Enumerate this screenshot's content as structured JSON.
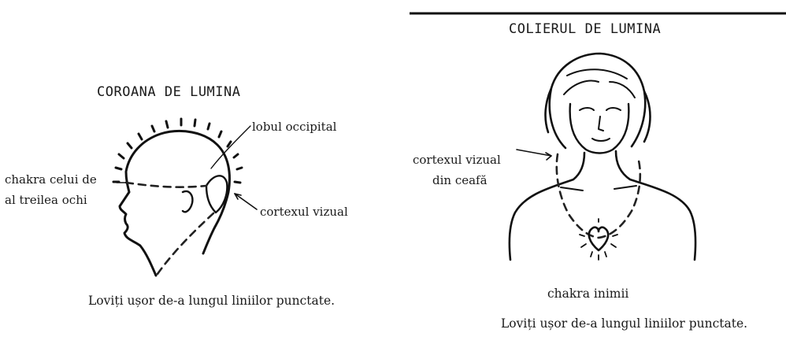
{
  "left_panel": {
    "title": "COROANA DE LUMINA",
    "labels": {
      "occipital": "lobul occipital",
      "third_eye_line1": "chakra celui de",
      "third_eye_line2": "al treilea ochi",
      "visual_cortex": "cortexul vizual"
    },
    "caption": "Loviți ușor de-a lungul liniilor punctate."
  },
  "right_panel": {
    "title": "COLIERUL DE LUMINA",
    "labels": {
      "nape_cortex_line1": "cortexul vizual",
      "nape_cortex_line2": "din ceafă",
      "heart_chakra": "chakra inimii"
    },
    "caption": "Loviți ușor de-a lungul liniilor punctate."
  }
}
